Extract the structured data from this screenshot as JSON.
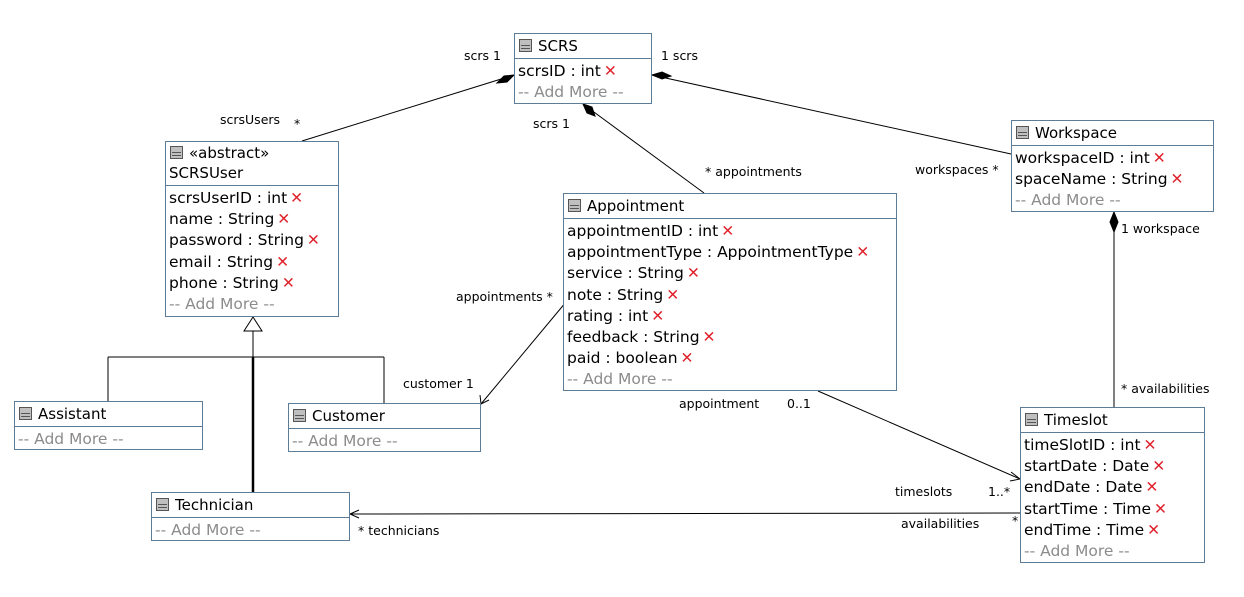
{
  "add_more_label": "-- Add More --",
  "delete_glyph": "✕",
  "classes": {
    "scrs": {
      "name": "SCRS",
      "attributes": [
        "scrsID : int"
      ]
    },
    "scrsuser": {
      "stereotype": "«abstract»",
      "name": "SCRSUser",
      "attributes": [
        "scrsUserID : int",
        "name : String",
        "password : String",
        "email : String",
        "phone : String"
      ]
    },
    "appointment": {
      "name": "Appointment",
      "attributes": [
        "appointmentID : int",
        "appointmentType : AppointmentType",
        "service : String",
        "note : String",
        "rating : int",
        "feedback : String",
        "paid : boolean"
      ]
    },
    "workspace": {
      "name": "Workspace",
      "attributes": [
        "workspaceID : int",
        "spaceName : String"
      ]
    },
    "assistant": {
      "name": "Assistant",
      "attributes": []
    },
    "customer": {
      "name": "Customer",
      "attributes": []
    },
    "technician": {
      "name": "Technician",
      "attributes": []
    },
    "timeslot": {
      "name": "Timeslot",
      "attributes": [
        "timeSlotID : int",
        "startDate : Date",
        "endDate : Date",
        "startTime : Time",
        "endTime : Time"
      ]
    }
  },
  "labels": {
    "scrs_users_left": "scrs  1",
    "scrs_ws_right": "1 scrs",
    "scrsusers": "scrsUsers",
    "scrsusers_mult": "*",
    "scrs_appt": "scrs  1",
    "appointments_top": "* appointments",
    "workspaces": "workspaces *",
    "one_workspace": "1 workspace",
    "appointments_left": "appointments *",
    "customer_one": "customer 1",
    "appointment_lbl": "appointment",
    "appointment_mult": "0..1",
    "availabilities_top": "* availabilities",
    "timeslots": "timeslots",
    "timeslots_mult": "1..*",
    "availabilities_bottom": "availabilities",
    "availabilities_bottom_mult": "*",
    "technicians": "* technicians"
  }
}
